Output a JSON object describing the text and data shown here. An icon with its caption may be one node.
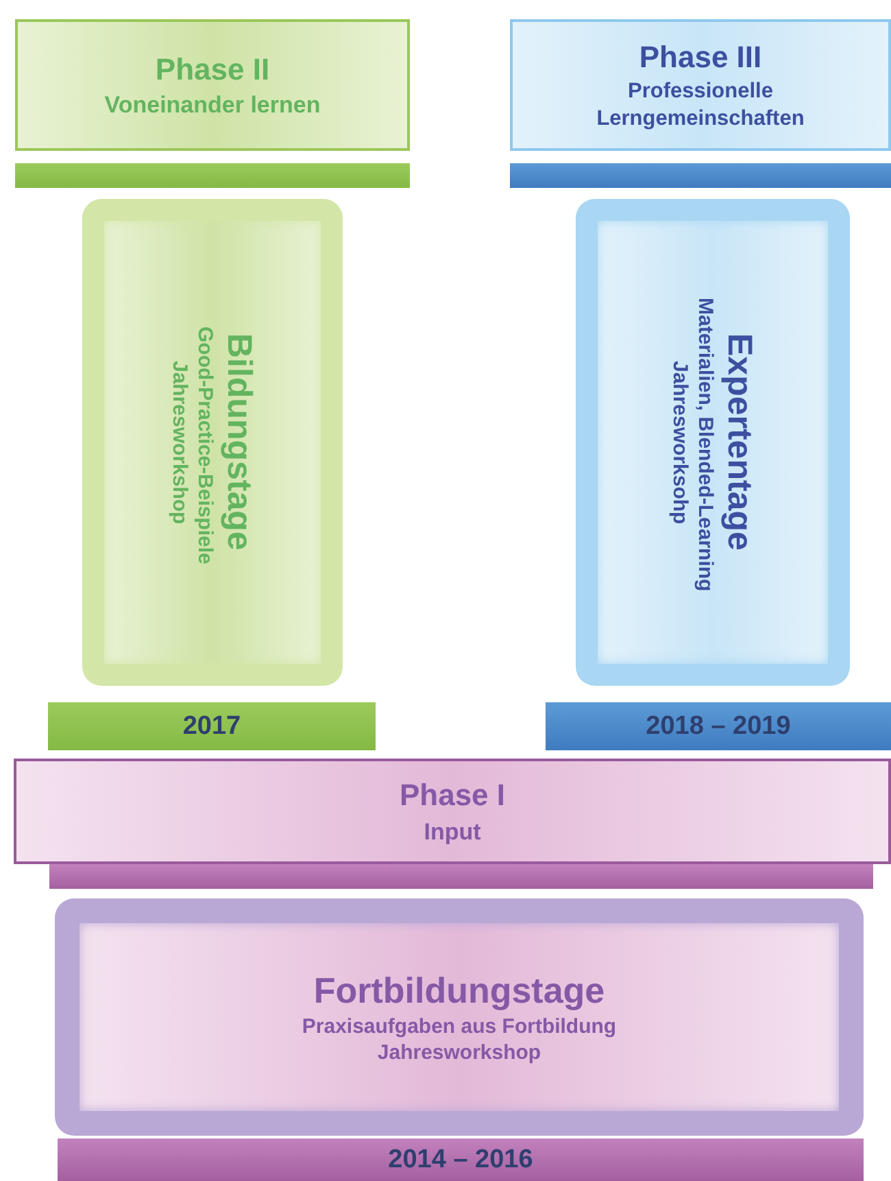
{
  "diagram": {
    "nodes": [
      {
        "text": [
          "Phase II",
          "Voneinander lernen"
        ]
      },
      {
        "text": [
          "Phase III",
          "Professionelle Lerngemeinschaften"
        ]
      },
      {
        "text": [],
        "shape": "bar"
      },
      {
        "text": [],
        "shape": "bar"
      },
      {
        "text": [
          "Bildungstage",
          "Good-Practice-Beispiele",
          "Jahresworkshop"
        ]
      },
      {
        "text": [
          "Expertentage",
          "Materialien, Blended-Learning",
          "Jahresworksohp"
        ]
      },
      {
        "text": [
          "2017"
        ]
      },
      {
        "text": [
          "2018 – 2019"
        ]
      },
      {
        "text": [
          "Phase I",
          "Input"
        ]
      },
      {
        "text": [],
        "shape": "bar"
      },
      {
        "text": [
          "Fortbildungstage",
          "Praxisaufgaben aus Fortbildung",
          "Jahresworkshop"
        ]
      },
      {
        "text": [
          "2014 – 2016"
        ]
      }
    ]
  }
}
